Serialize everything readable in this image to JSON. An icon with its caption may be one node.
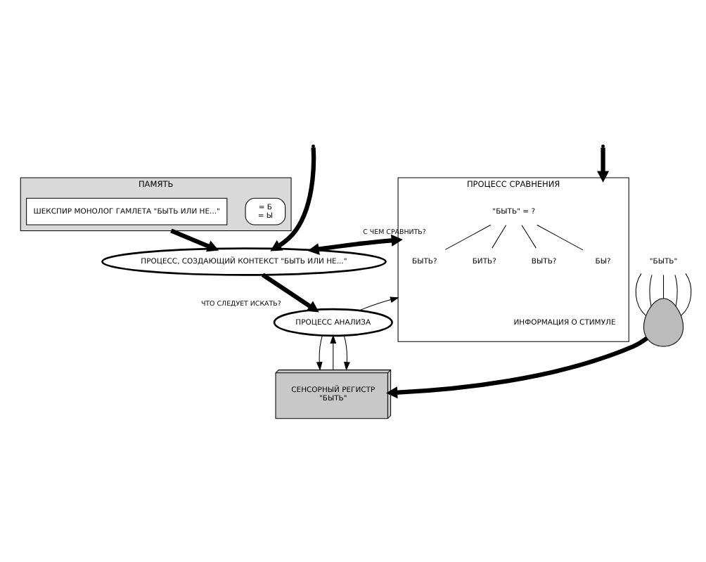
{
  "diagram": {
    "nodes": [
      {
        "text": [
          "ПРОЦЕСС СРАВНЕНИЯ"
        ],
        "beside": [
          "ИНФОРМАЦИЯ О СТИМУЛЕ"
        ]
      },
      {
        "text": [
          "\"БЫТЬ\" = ?"
        ],
        "in": 0
      },
      {
        "text": [
          "БЫТЬ?"
        ],
        "in": 0
      },
      {
        "text": [
          "БИТЬ?"
        ],
        "in": 0
      },
      {
        "text": [
          "ВЫТЬ?"
        ],
        "in": 0
      },
      {
        "text": [
          "БЫ?"
        ],
        "in": 0
      },
      {
        "text": [
          "ПАМЯТЬ"
        ]
      },
      {
        "text": [
          "= Б",
          "= Ы"
        ],
        "in": 6
      },
      {
        "text": [
          "ШЕКСПИР МОНОЛОГ ГАМЛЕТА \"БЫТЬ ИЛИ НЕ...\""
        ],
        "in": 6
      },
      {
        "text": [
          "ПРОЦЕСС, СОЗДАЮЩИЙ КОНТЕКСТ \"БЫТЬ ИЛИ НЕ...\""
        ]
      },
      {
        "text": [
          "СЕНСОРНЫЙ РЕГИСТР",
          "\"БЫТЬ\""
        ]
      },
      {
        "text": [
          "ПРОЦЕСС АНАЛИЗА"
        ]
      },
      {
        "text": [],
        "shape": "picture"
      },
      {
        "text": [
          "\"БЫТЬ\""
        ]
      }
    ],
    "edges": [
      {
        "from": 1,
        "to": 2,
        "arrow": "none"
      },
      {
        "from": 1,
        "to": 3,
        "arrow": "none"
      },
      {
        "from": 1,
        "to": 4,
        "arrow": "none"
      },
      {
        "from": 1,
        "to": 5,
        "arrow": "none"
      },
      {
        "from": null,
        "to": 0,
        "arrow": "to",
        "style": "thick"
      },
      {
        "from": null,
        "to": 9,
        "arrow": "to",
        "style": "thick"
      },
      {
        "from": 0,
        "to": 9,
        "arrow": "both",
        "style": "thick",
        "label": "С ЧЕМ СРАВНИТЬ?"
      },
      {
        "from": 6,
        "to": 9,
        "arrow": "to",
        "style": "thick"
      },
      {
        "from": 9,
        "to": 11,
        "arrow": "to",
        "style": "thick",
        "label": "ЧТО СЛЕДУЕТ ИСКАТЬ?"
      },
      {
        "from": 11,
        "to": 0,
        "arrow": "to"
      },
      {
        "from": 11,
        "to": 10,
        "arrow": "to"
      },
      {
        "from": 10,
        "to": 11,
        "arrow": "to"
      },
      {
        "from": 11,
        "to": 10,
        "arrow": "to"
      },
      {
        "from": 12,
        "to": 10,
        "arrow": "to",
        "style": "thick"
      },
      {
        "from": 13,
        "to": 12,
        "arrow": "none"
      },
      {
        "from": 13,
        "to": 12,
        "arrow": "none"
      },
      {
        "from": 13,
        "to": 12,
        "arrow": "none"
      },
      {
        "from": 13,
        "to": 12,
        "arrow": "none"
      },
      {
        "from": 13,
        "to": 12,
        "arrow": "none"
      }
    ]
  }
}
